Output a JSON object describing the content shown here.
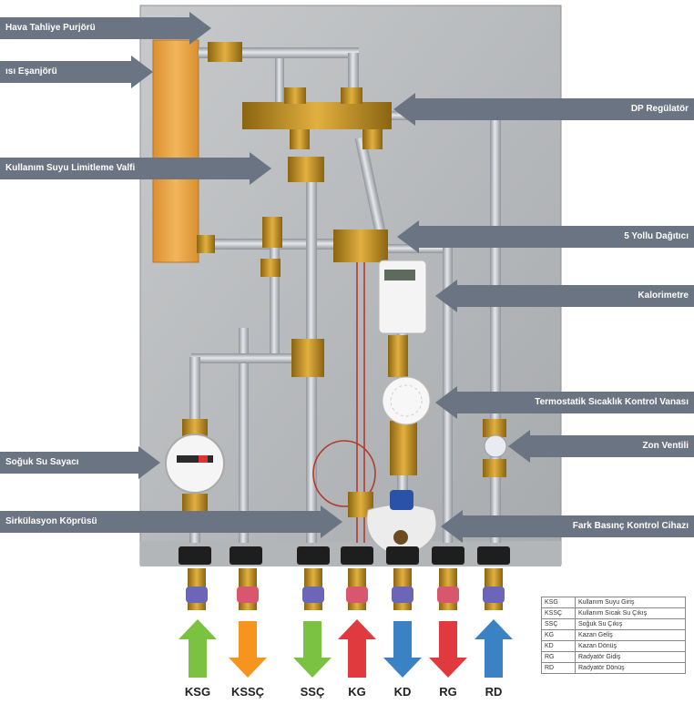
{
  "callouts": {
    "hava": "Hava Tahliye Purjörü",
    "esanjor": "ısı Eşanjörü",
    "dp": "DP Regülatör",
    "kullanim": "Kullanım Suyu Limitleme Valfi",
    "dagitici": "5 Yollu Dağıtıcı",
    "kalorimetre": "Kalorimetre",
    "termostatik": "Termostatik Sıcaklık Kontrol Vanası",
    "zon": "Zon Ventili",
    "soguk": "Soğuk Su Sayacı",
    "sirkulasyon": "Sirkülasyon Köprüsü",
    "fark": "Fark Basınç Kontrol Cihazı"
  },
  "bottom_labels": [
    "KSG",
    "KSSÇ",
    "SSÇ",
    "KG",
    "KD",
    "RG",
    "RD"
  ],
  "arrow_colors": {
    "green": "#7cc242",
    "orange": "#f7941d",
    "red": "#e03a3e",
    "blue": "#3b82c4"
  },
  "legend": [
    {
      "code": "KSG",
      "desc": "Kullanım Suyu Giriş"
    },
    {
      "code": "KSSÇ",
      "desc": "Kullanım Sıcak Su Çıkış"
    },
    {
      "code": "SSÇ",
      "desc": "Soğuk Su Çıkış"
    },
    {
      "code": "KG",
      "desc": "Kazan Geliş"
    },
    {
      "code": "KD",
      "desc": "Kazan Dönüş"
    },
    {
      "code": "RG",
      "desc": "Radyatör Gidiş"
    },
    {
      "code": "RD",
      "desc": "Radyatör Dönüş"
    }
  ]
}
